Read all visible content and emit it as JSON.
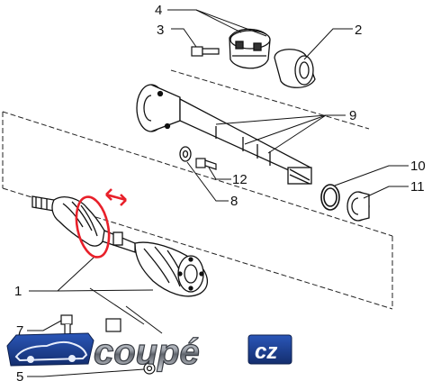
{
  "callouts": {
    "c1": "1",
    "c2": "2",
    "c3": "3",
    "c4": "4",
    "c5": "5",
    "c7": "7",
    "c8": "8",
    "c9": "9",
    "c10": "10",
    "c11": "11",
    "c12": "12"
  },
  "logo": {
    "word": "coupé",
    "badge": "cz"
  },
  "colors": {
    "line": "#1a1a1a",
    "highlight": "#e8202a",
    "logo_blue": "#1c3f8f",
    "logo_silver": "#c9ccd2"
  }
}
